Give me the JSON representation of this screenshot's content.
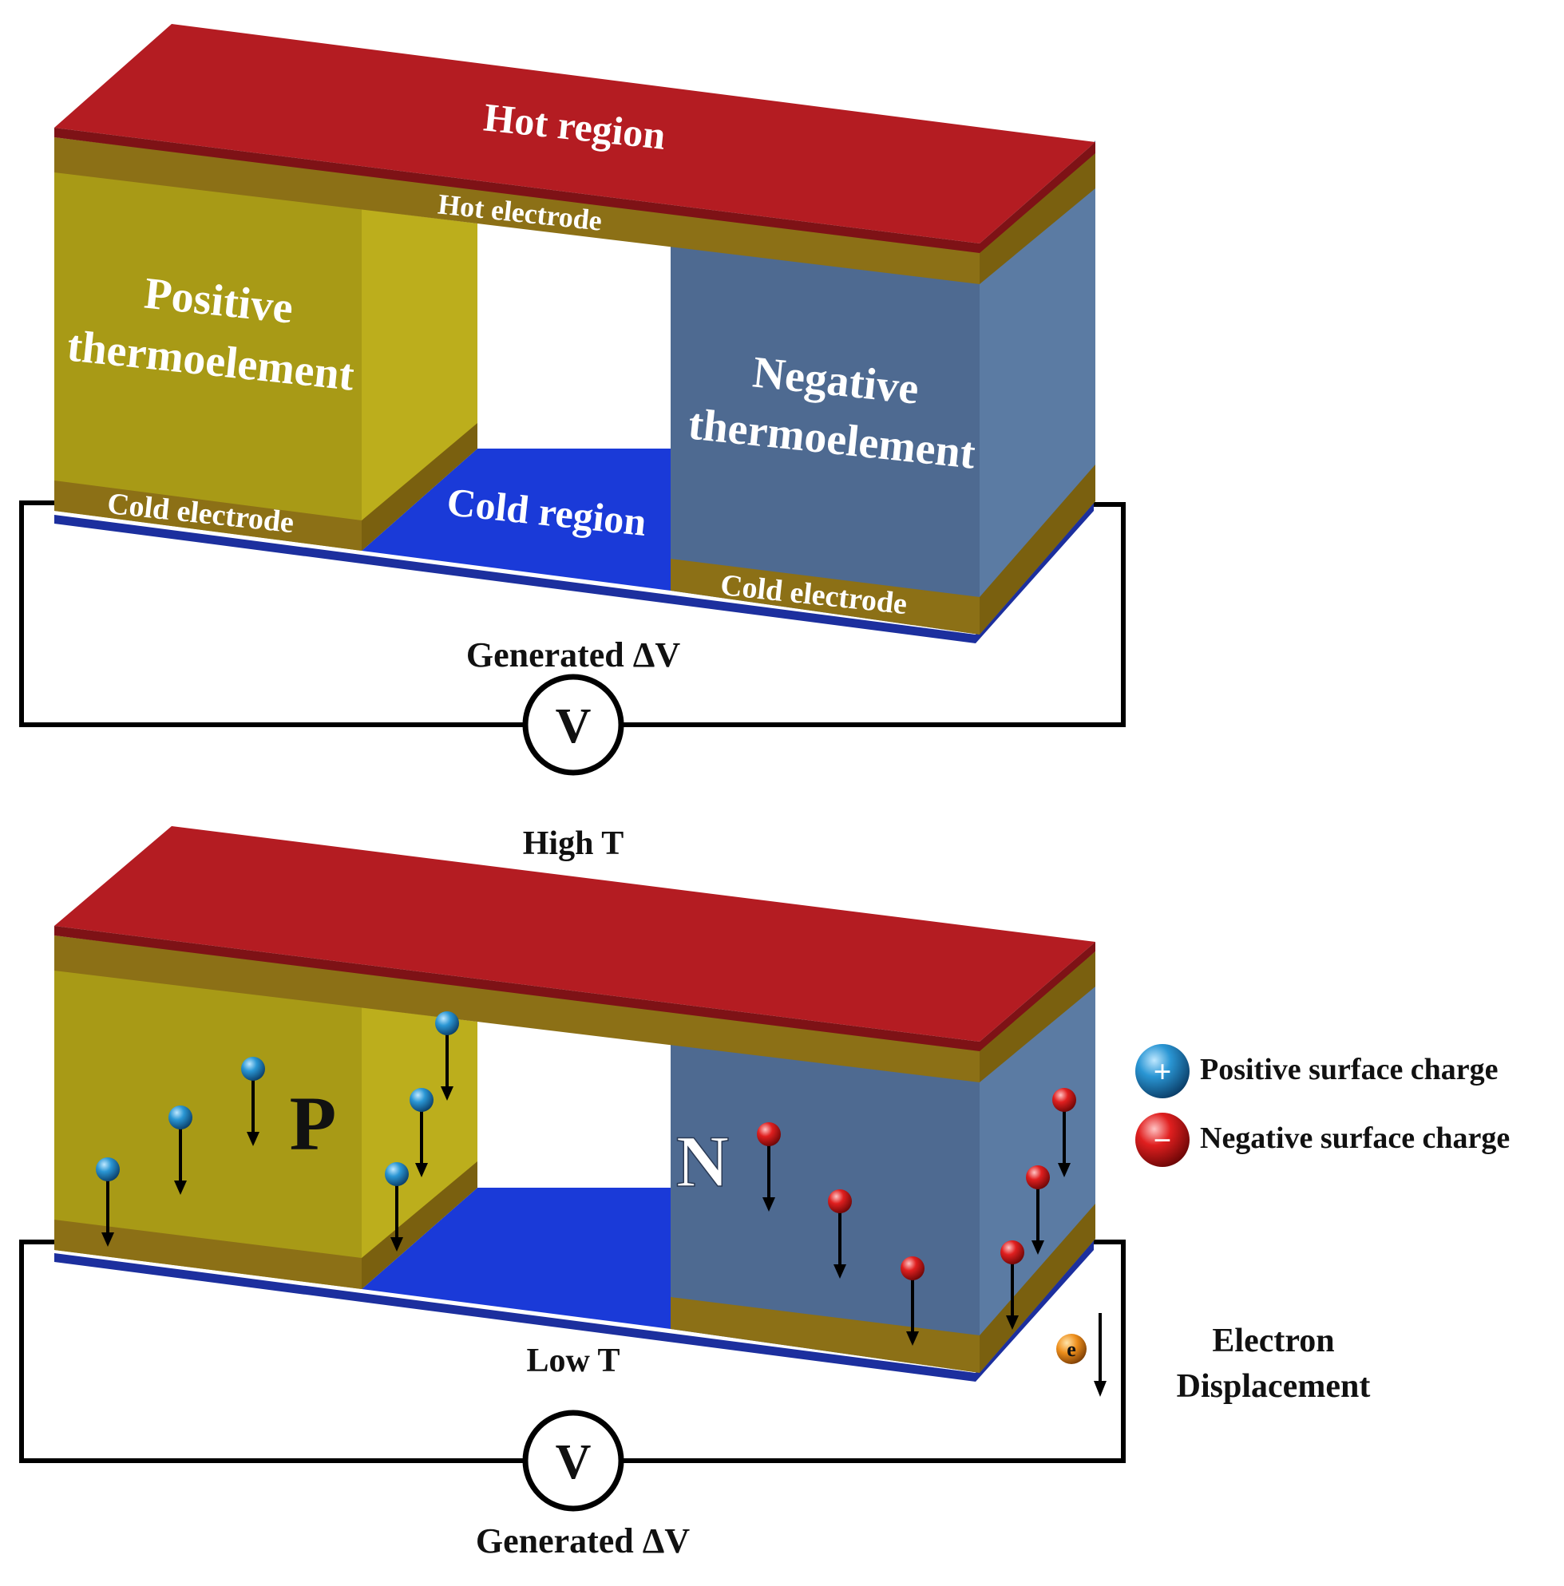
{
  "colors": {
    "hot_region": "#b41c22",
    "hot_region_edge": "#7e1216",
    "electrode": "#8c7016",
    "electrode_dark": "#6e5610",
    "p_element_front": "#a89a16",
    "p_element_side": "#bcae1c",
    "n_element_front": "#4e6a91",
    "n_element_side": "#5b7ba3",
    "cold_region": "#1a3ad8",
    "cold_base_edge": "#1c2f9e",
    "positive_charge": "#1e86c4",
    "negative_charge": "#d81a1a",
    "electron": "#e98a1a"
  },
  "top_panel": {
    "hot_region_label": "Hot region",
    "hot_electrode_label": "Hot electrode",
    "positive_label_line1": "Positive",
    "positive_label_line2": "thermoelement",
    "negative_label_line1": "Negative",
    "negative_label_line2": "thermoelement",
    "cold_region_label": "Cold region",
    "cold_electrode_left_label": "Cold electrode",
    "cold_electrode_right_label": "Cold electrode",
    "voltage_label": "Generated ΔV",
    "voltmeter_symbol": "V"
  },
  "bottom_panel": {
    "high_t_label": "High T",
    "low_t_label": "Low T",
    "p_label": "P",
    "n_label": "N",
    "voltage_label": "Generated ΔV",
    "voltmeter_symbol": "V",
    "electron_symbol": "e",
    "electron_label_line1": "Electron",
    "electron_label_line2": "Displacement"
  },
  "legend": {
    "positive_symbol": "+",
    "positive_label": "Positive surface charge",
    "negative_symbol": "−",
    "negative_label": "Negative surface charge"
  }
}
